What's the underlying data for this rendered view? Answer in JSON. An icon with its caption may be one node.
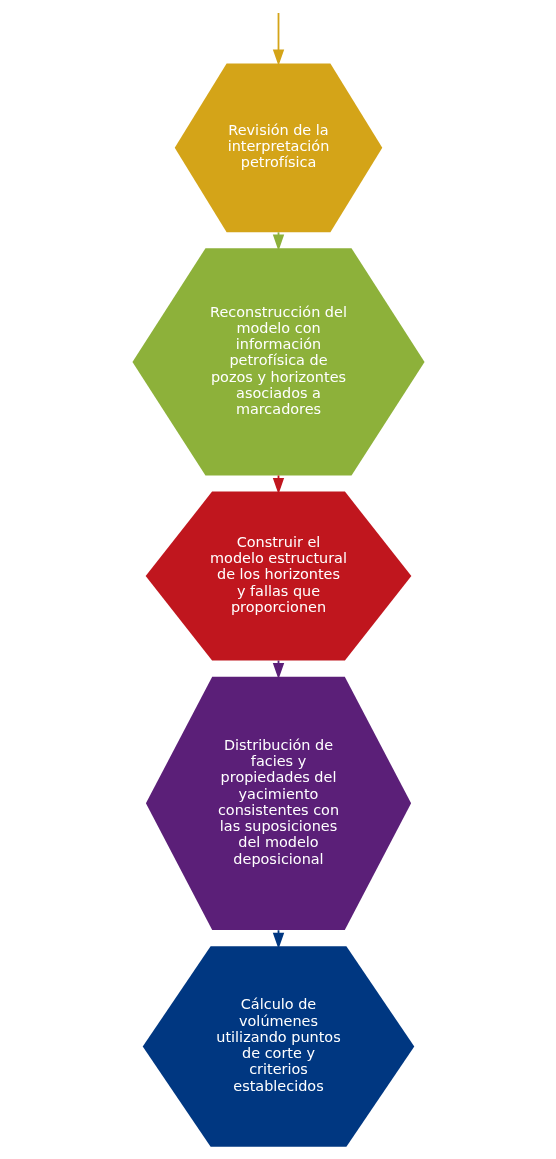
{
  "diagram": {
    "nodes": [
      {
        "text": [
          "Revisión de la interpretación petrofísica"
        ]
      },
      {
        "text": [
          "Reconstrucción del modelo con información petrofísica de pozos y horizontes asociados a marcadores"
        ]
      },
      {
        "text": [
          "Construir el modelo estructural de los horizontes y fallas que proporcionen"
        ]
      },
      {
        "text": [
          "Distribución de facies y propiedades del yacimiento consistentes con las suposiciones del modelo deposicional"
        ]
      },
      {
        "text": [
          "Cálculo de volúmenes utilizando puntos de corte y criterios establecidos"
        ]
      }
    ],
    "edges": [
      {
        "from": null,
        "to": 0,
        "arrow": "to",
        "color": "#d4a418"
      },
      {
        "from": 0,
        "to": 1,
        "arrow": "to",
        "color": "#8db13a"
      },
      {
        "from": 1,
        "to": 2,
        "arrow": "to",
        "color": "#c0161e"
      },
      {
        "from": 2,
        "to": 3,
        "arrow": "to",
        "color": "#5b1f78"
      },
      {
        "from": 3,
        "to": 4,
        "arrow": "to",
        "color": "#003781"
      }
    ]
  }
}
